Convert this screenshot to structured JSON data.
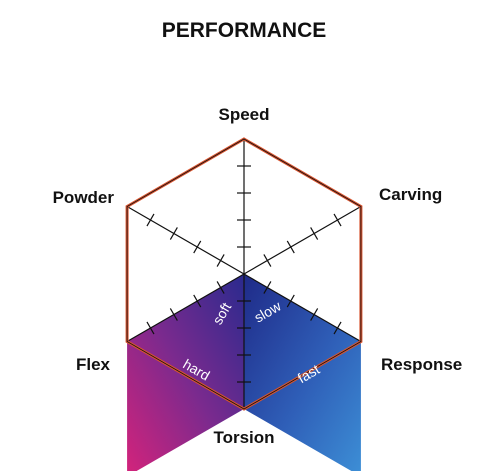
{
  "chart_data": {
    "type": "radar",
    "title": "PERFORMANCE",
    "axes": [
      "Speed",
      "Carving",
      "Response",
      "Torsion",
      "Flex",
      "Powder"
    ],
    "ticks_per_axis": 4,
    "range": [
      0,
      5
    ],
    "filled_regions": [
      {
        "between_axes": [
          "Torsion",
          "Response"
        ],
        "labels": [
          "slow",
          "fast"
        ],
        "gradient": [
          "#1f2a88",
          "#3d8fd6"
        ]
      },
      {
        "between_axes": [
          "Flex",
          "Torsion"
        ],
        "labels": [
          "soft",
          "hard"
        ],
        "gradient": [
          "#2a2a8e",
          "#d4237b"
        ]
      }
    ],
    "colors": {
      "outline": "#d9542f",
      "outline_inner": "#111111",
      "axis": "#111111"
    }
  }
}
